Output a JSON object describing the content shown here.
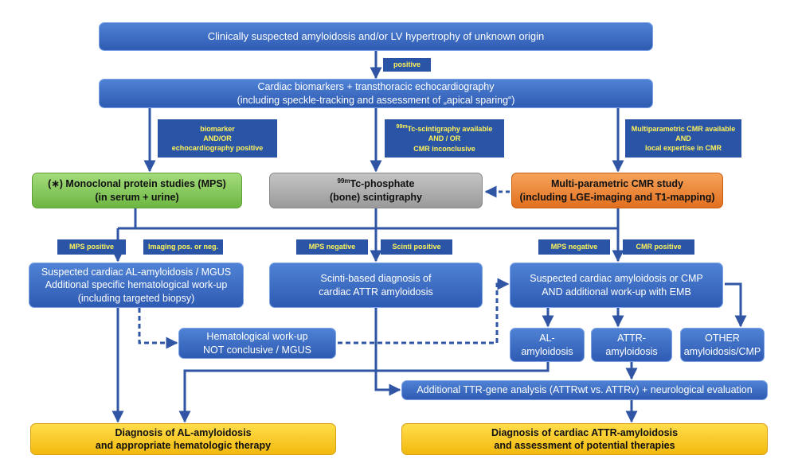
{
  "boxes": {
    "top": "Clinically suspected amyloidosis and/or LV hypertrophy of unknown origin",
    "biomarkers_line1": "Cardiac biomarkers + transthoracic echocardiography",
    "biomarkers_line2": "(including speckle-tracking and assessment of „apical sparing“)",
    "mps_line1": "(∗) Monoclonal protein studies (MPS)",
    "mps_line2": "(in serum + urine)",
    "scinti_sup": "99m",
    "scinti_line1_rest": "Tc-phosphate",
    "scinti_line2": "(bone) scintigraphy",
    "cmr_line1": "Multi-parametric CMR study",
    "cmr_line2": "(including LGE-imaging and T1-mapping)",
    "al_suspect_line1": "Suspected cardiac AL-amyloidosis / MGUS",
    "al_suspect_line2": "Additional specific hematological work-up",
    "al_suspect_line3": "(including targeted biopsy)",
    "scinti_dx_line1": "Scinti-based diagnosis of",
    "scinti_dx_line2": "cardiac ATTR amyloidosis",
    "cmp_line1": "Suspected cardiac amyloidosis or CMP",
    "cmp_line2": "AND additional work-up with EMB",
    "hem_line1": "Hematological work-up",
    "hem_line2": "NOT conclusive / MGUS",
    "al_line1": "AL-",
    "al_line2": "amyloidosis",
    "attr_line1": "ATTR-",
    "attr_line2": "amyloidosis",
    "other_line1": "OTHER",
    "other_line2": "amyloidosis/CMP",
    "ttr": "Additional TTR-gene analysis (ATTRwt vs. ATTRv) + neurological evaluation",
    "dx_al_line1": "Diagnosis of AL-amyloidosis",
    "dx_al_line2": "and appropriate hematologic therapy",
    "dx_attr_line1": "Diagnosis of cardiac ATTR-amyloidosis",
    "dx_attr_line2": "and assessment of potential therapies"
  },
  "labels": {
    "positive": "positive",
    "bio_line1": "biomarker",
    "bio_line2": "AND/OR",
    "bio_line3": "echocardiography positive",
    "tc_sup": "99m",
    "tc_line1_rest": "Tc-scintigraphy available",
    "tc_line2": "AND / OR",
    "tc_line3": "CMR inconclusive",
    "cmr_line1": "Multiparametric CMR available",
    "cmr_line2": "AND",
    "cmr_line3": "local expertise in CMR",
    "mps_positive": "MPS positive",
    "imaging": "Imaging pos. or neg.",
    "mps_negative_1": "MPS negative",
    "scinti_positive": "Scinti positive",
    "mps_negative_2": "MPS negative",
    "cmr_positive": "CMR positive"
  },
  "colors": {
    "blue_box": "#3a6cc4",
    "green_box": "#7ec451",
    "gray_box": "#aaaaaa",
    "orange_box": "#eb8434",
    "yellow_box": "#f7c825",
    "label_bg": "#2a55a7",
    "label_text": "#fff25a",
    "arrow": "#2f55a4"
  }
}
